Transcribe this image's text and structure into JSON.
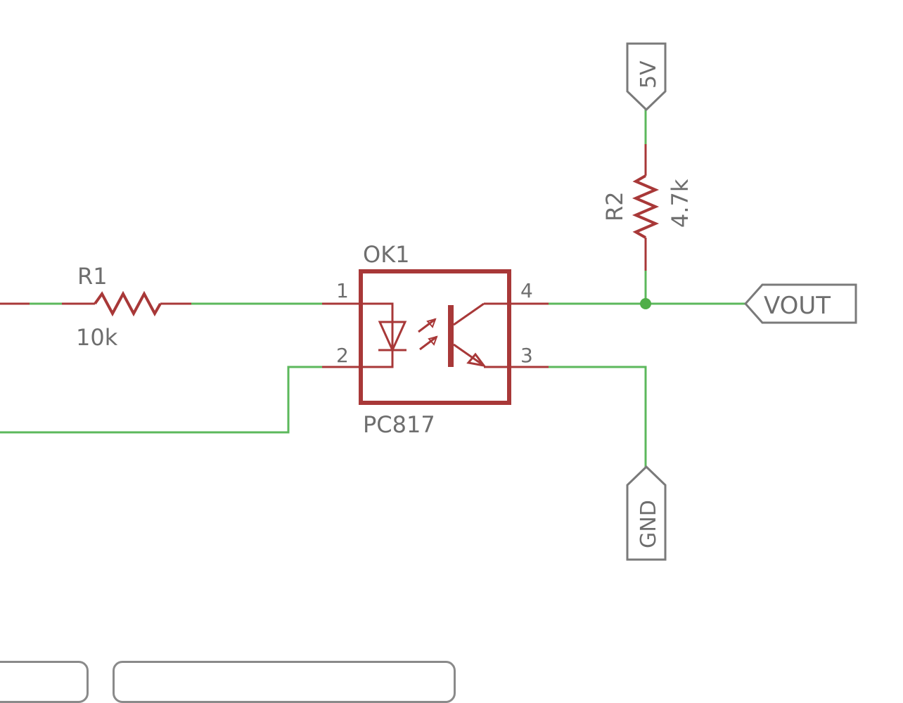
{
  "components": {
    "r1": {
      "ref": "R1",
      "value": "10k"
    },
    "r2": {
      "ref": "R2",
      "value": "4.7k"
    },
    "ok1": {
      "ref": "OK1",
      "value": "PC817",
      "pins": {
        "p1": "1",
        "p2": "2",
        "p3": "3",
        "p4": "4"
      }
    }
  },
  "ports": {
    "v5": "5V",
    "gnd": "GND",
    "vout": "VOUT"
  },
  "colors": {
    "wire": "#5cb85c",
    "symbol": "#a83838",
    "label": "#6e6e6e",
    "port_outline": "#7a7a7a",
    "junction": "#4fae48"
  }
}
